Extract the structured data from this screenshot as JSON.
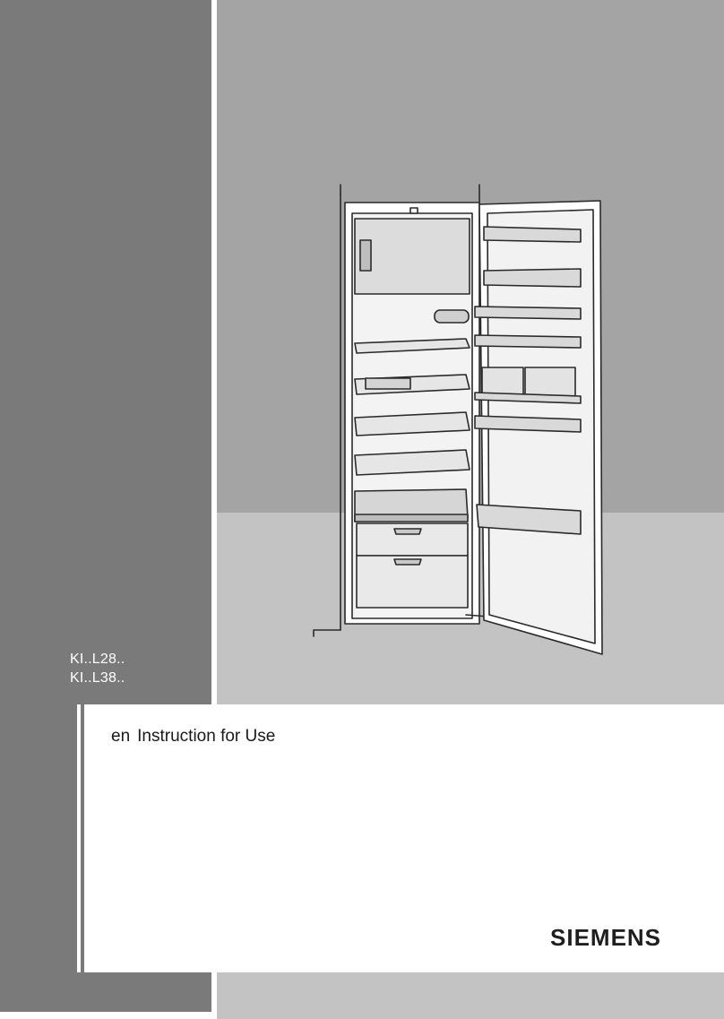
{
  "cover": {
    "models": [
      "KI..L28..",
      "KI..L38.."
    ],
    "language_code": "en",
    "title": "Instruction for Use",
    "brand": "SIEMENS"
  },
  "illustration": {
    "subject": "built-in refrigerator with open door"
  },
  "colors": {
    "left_band": "#7b7a7b",
    "wall": "#a4a4a4",
    "floor": "#c3c3c3",
    "text_dark": "#1a1a1a",
    "text_light": "#ffffff"
  }
}
